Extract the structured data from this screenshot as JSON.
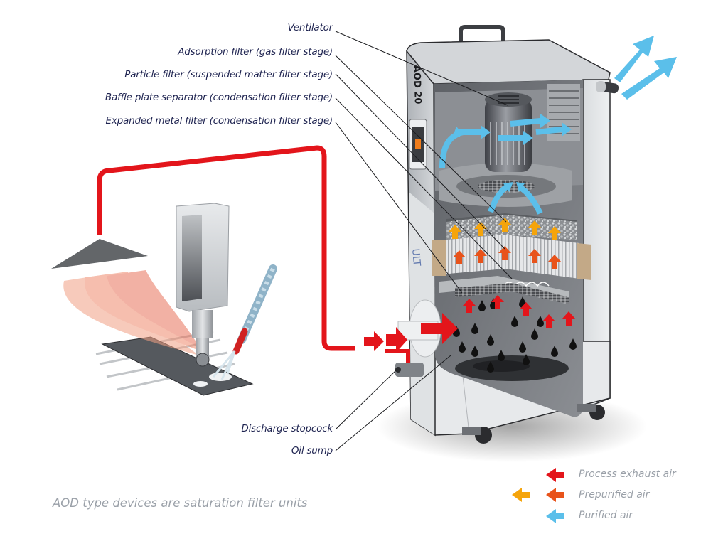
{
  "diagram": {
    "title_caption": "AOD type devices are saturation filter units",
    "device_model_text": "AOD 20",
    "brand_logo_text": "ULT",
    "callouts": [
      {
        "id": "ventilator",
        "text": "Ventilator"
      },
      {
        "id": "adsorption-filter",
        "text": "Adsorption filter (gas filter stage)"
      },
      {
        "id": "particle-filter",
        "text": "Particle filter (suspended matter filter stage)"
      },
      {
        "id": "baffle-plate-separator",
        "text": "Baffle plate separator (condensation filter stage)"
      },
      {
        "id": "expanded-metal-filter",
        "text": "Expanded metal filter (condensation filter stage)"
      },
      {
        "id": "discharge-stopcock",
        "text": "Discharge stopcock"
      },
      {
        "id": "oil-sump",
        "text": "Oil sump"
      }
    ],
    "legend": [
      {
        "id": "process-exhaust-air",
        "text": "Process exhaust air",
        "colors": [
          "#e3151b"
        ]
      },
      {
        "id": "prepurified-air",
        "text": "Prepurified air",
        "colors": [
          "#f5a40b",
          "#e8531b"
        ]
      },
      {
        "id": "purified-air",
        "text": "Purified air",
        "colors": [
          "#5bbfea"
        ]
      }
    ],
    "colors": {
      "exhaust": "#e3151b",
      "prepurified_yellow": "#f5a40b",
      "prepurified_orange": "#e8531b",
      "purified": "#5bbfea",
      "housing": "#c9ccd0",
      "housing_light": "#e4e6e8",
      "interior": "#6a6d72",
      "label_text": "#1e2350",
      "caption_text": "#9aa0a8"
    }
  }
}
